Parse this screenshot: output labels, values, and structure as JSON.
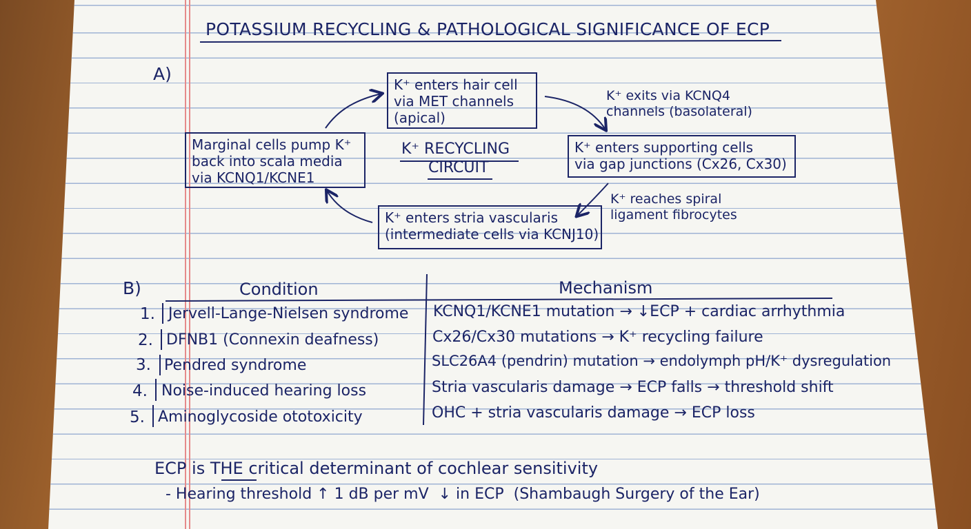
{
  "title": "POTASSIUM RECYCLING & PATHOLOGICAL SIGNIFICANCE OF ECP",
  "section_a": {
    "label": "A)",
    "center_label_line1": "K⁺ RECYCLING",
    "center_label_line2": "CIRCUIT",
    "boxes": {
      "hair_cell": [
        "K⁺ enters hair cell",
        "via MET channels",
        "(apical)"
      ],
      "supporting": [
        "K⁺ enters supporting cells",
        "via gap junctions (Cx26, Cx30)"
      ],
      "stria": [
        "K⁺ enters stria vascularis",
        "(intermediate cells via KCNJ10)"
      ],
      "marginal": [
        "Marginal cells pump K⁺",
        "back into scala media",
        "via KCNQ1/KCNE1"
      ]
    },
    "notes": {
      "kcnq4": [
        "K⁺ exits via KCNQ4",
        "channels (basolateral)"
      ],
      "spiral": [
        "K⁺ reaches spiral",
        "ligament fibrocytes"
      ]
    }
  },
  "section_b": {
    "label": "B)",
    "headers": {
      "condition": "Condition",
      "mechanism": "Mechanism"
    },
    "rows": [
      {
        "num": "1.",
        "condition": "Jervell-Lange-Nielsen syndrome",
        "mechanism": "KCNQ1/KCNE1 mutation → ↓ECP + cardiac arrhythmia"
      },
      {
        "num": "2.",
        "condition": "DFNB1 (Connexin deafness)",
        "mechanism": "Cx26/Cx30 mutations → K⁺ recycling failure"
      },
      {
        "num": "3.",
        "condition": "Pendred syndrome",
        "mechanism": "SLC26A4 (pendrin) mutation → endolymph pH/K⁺ dysregulation"
      },
      {
        "num": "4.",
        "condition": "Noise-induced hearing loss",
        "mechanism": "Stria vascularis damage → ECP falls → threshold shift"
      },
      {
        "num": "5.",
        "condition": "Aminoglycoside ototoxicity",
        "mechanism": "OHC + stria vascularis damage → ECP loss"
      }
    ]
  },
  "footer": {
    "line1_pre": "ECP is ",
    "line1_emph": "THE",
    "line1_post": " critical determinant of cochlear sensitivity",
    "line2": "- Hearing threshold ↑ 1 dB per mV  ↓ in ECP  (Shambaugh Surgery of the Ear)"
  }
}
